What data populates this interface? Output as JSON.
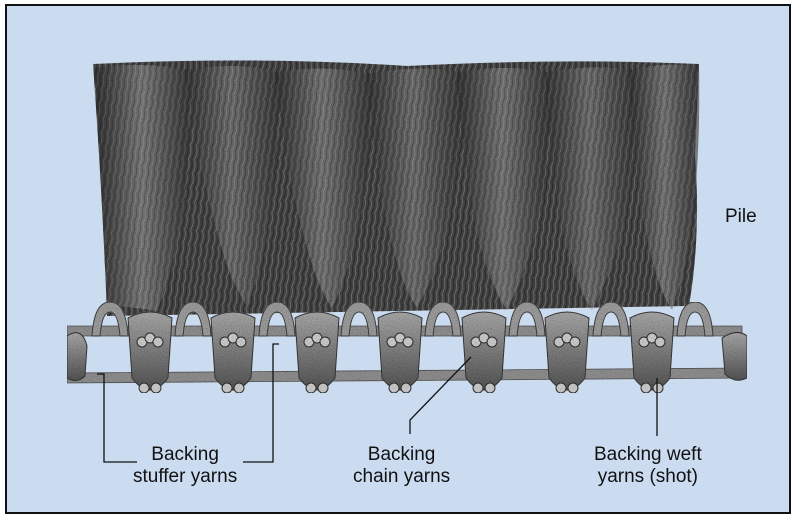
{
  "colors": {
    "background": "#cbdcf1",
    "border": "#111111",
    "pile_dark": "#3f3f3f",
    "pile_light": "#8a8a8a",
    "backing": "#8f8f8f",
    "text": "#111111"
  },
  "labels": {
    "pile": "Pile",
    "stuffer": [
      "Backing",
      "stuffer yarns"
    ],
    "chain": [
      "Backing",
      "chain yarns"
    ],
    "weft": [
      "Backing weft",
      "yarns (shot)"
    ]
  }
}
